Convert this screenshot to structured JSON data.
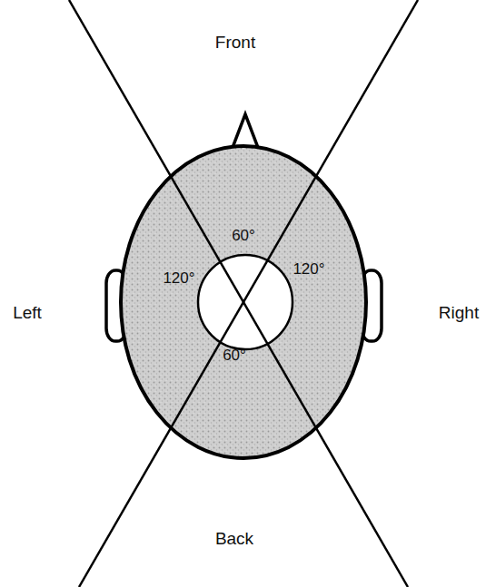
{
  "diagram": {
    "labels": [
      "Front",
      "60°",
      "Left",
      "120°",
      "120°",
      "Right",
      "60°",
      "Back"
    ]
  }
}
